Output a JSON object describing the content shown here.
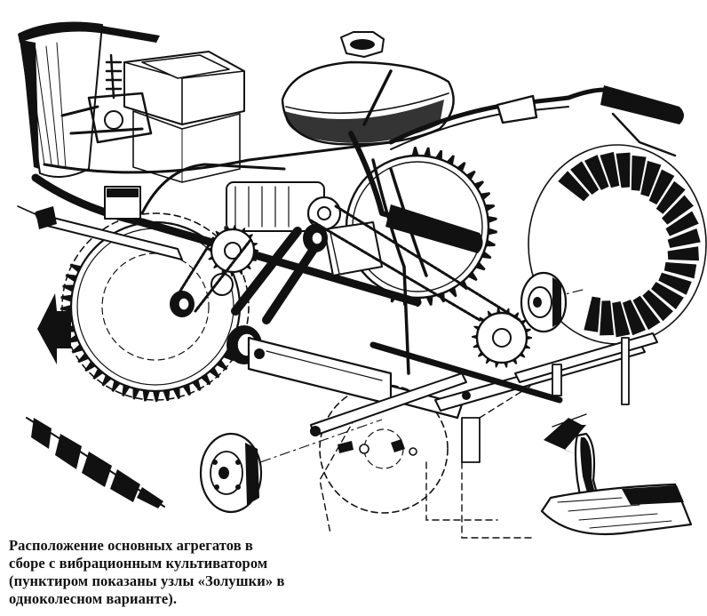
{
  "caption": {
    "lines": [
      "Расположение основных агрегатов в",
      "сборе с вибрационным культиватором",
      "(пунктиром показаны узлы «Золушки» в",
      "одноколесном варианте)."
    ]
  }
}
